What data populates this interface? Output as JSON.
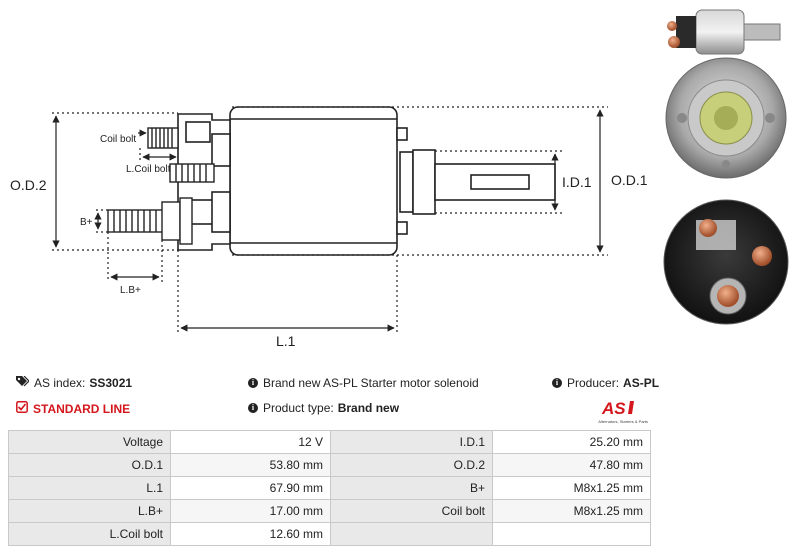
{
  "diagram": {
    "labels": {
      "od2": "O.D.2",
      "od1": "O.D.1",
      "id1": "I.D.1",
      "l1": "L.1",
      "coil_bolt": "Coil bolt",
      "l_coil_bolt": "L.Coil bolt",
      "b_plus": "B+",
      "lb_plus": "L.B+"
    }
  },
  "info": {
    "as_index_label": "AS index:",
    "as_index_value": "SS3021",
    "standard_line": "STANDARD LINE",
    "description": "Brand new AS-PL Starter motor solenoid",
    "product_type_label": "Product type:",
    "product_type_value": "Brand new",
    "producer_label": "Producer:",
    "producer_value": "AS-PL"
  },
  "logo": {
    "mark": "AS",
    "tagline": "Alternators, Starters & Parts"
  },
  "specs": [
    {
      "l1": "Voltage",
      "v1": "12 V",
      "l2": "I.D.1",
      "v2": "25.20 mm"
    },
    {
      "l1": "O.D.1",
      "v1": "53.80 mm",
      "l2": "O.D.2",
      "v2": "47.80 mm"
    },
    {
      "l1": "L.1",
      "v1": "67.90 mm",
      "l2": "B+",
      "v2": "M8x1.25 mm"
    },
    {
      "l1": "L.B+",
      "v1": "17.00 mm",
      "l2": "Coil bolt",
      "v2": "M8x1.25 mm"
    },
    {
      "l1": "L.Coil bolt",
      "v1": "12.60 mm",
      "l2": "",
      "v2": ""
    }
  ],
  "colors": {
    "accent_red": "#d4161d",
    "label_bg": "#e9e9e9",
    "border": "#c9c9c9"
  }
}
